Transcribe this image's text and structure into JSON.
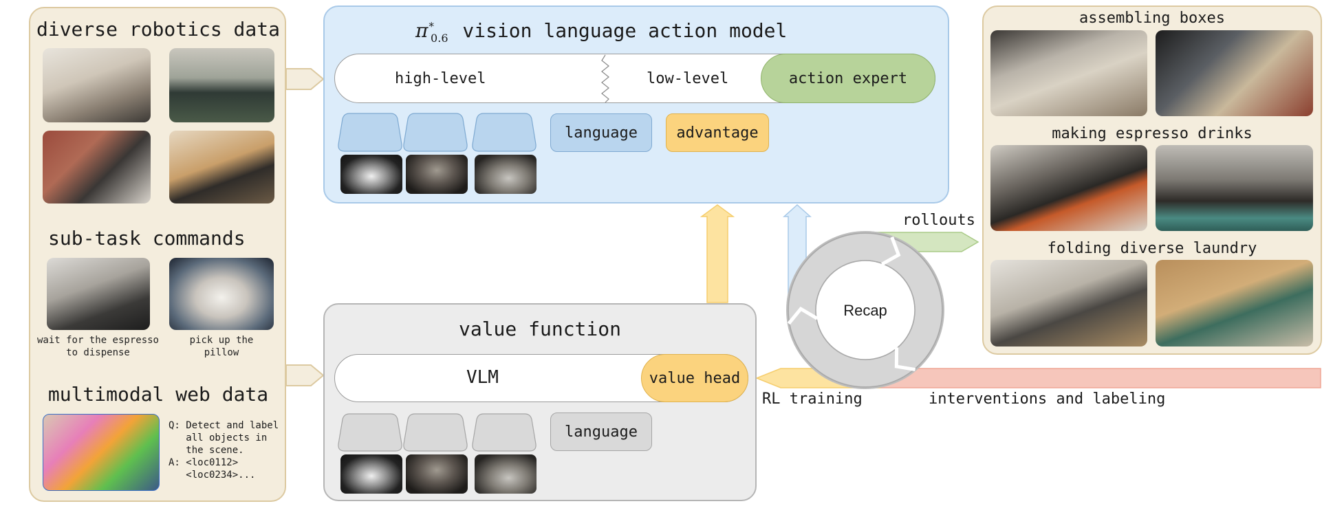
{
  "left_panel": {
    "section1_title": "diverse robotics data",
    "section2_title": "sub-task commands",
    "subtask_captions": [
      "wait for the espresso to dispense",
      "pick up the pillow"
    ],
    "section3_title": "multimodal web data",
    "web_qa": "Q: Detect and label\n   all objects in\n   the scene.\nA: <loc0112>\n   <loc0234>..."
  },
  "vla_panel": {
    "title_symbol": "π",
    "title_superscript": "*",
    "title_subscript": "0.6",
    "title_text": "vision language action model",
    "high_level_label": "high-level",
    "low_level_label": "low-level",
    "action_expert_label": "action expert",
    "language_label": "language",
    "advantage_label": "advantage"
  },
  "value_panel": {
    "title": "value function",
    "vlm_label": "VLM",
    "value_head_label": "value head",
    "language_label": "language"
  },
  "cycle": {
    "center_label": "Recap",
    "rollouts_label": "rollouts",
    "rl_training_label": "RL training",
    "interventions_label": "interventions and labeling"
  },
  "right_panel": {
    "task1_title": "assembling boxes",
    "task2_title": "making espresso drinks",
    "task3_title": "folding diverse laundry"
  },
  "colors": {
    "beige_fill": "#f4eddd",
    "blue_fill": "#dcecfa",
    "gray_fill": "#ececec",
    "green_fill": "#b7d39a",
    "yellow_fill": "#fbd37e",
    "token_blue": "#b9d5ee",
    "token_gray": "#d9d9d9",
    "red_arrow": "#f6c6bb"
  },
  "icons": {
    "photos": "robot-photo",
    "camera_views": "camera-view",
    "tokens": "token-trapezoid"
  }
}
